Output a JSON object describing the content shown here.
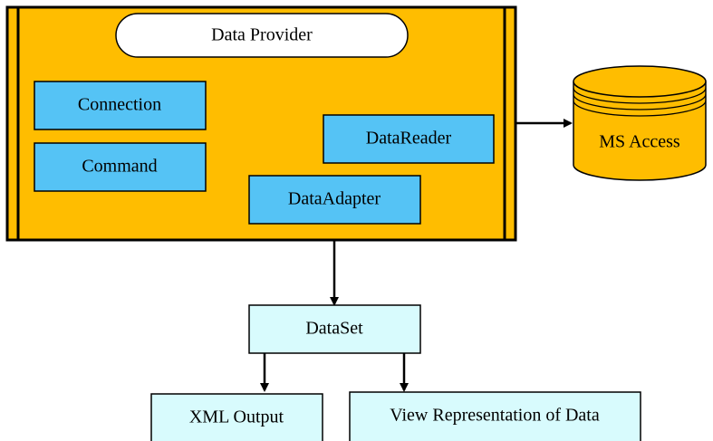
{
  "colors": {
    "provider_fill": "#FFBD00",
    "component_fill": "#55C3F5",
    "output_fill": "#D8FBFD",
    "database_fill": "#FFBD00",
    "stroke": "#000000",
    "pill_fill": "#FFFFFF"
  },
  "provider": {
    "title": "Data Provider",
    "components": {
      "connection": "Connection",
      "command": "Command",
      "datareader": "DataReader",
      "dataadapter": "DataAdapter"
    }
  },
  "database": {
    "label": "MS Access"
  },
  "dataset": {
    "label": "DataSet"
  },
  "outputs": {
    "xml": "XML Output",
    "view": "View Representation of Data"
  }
}
